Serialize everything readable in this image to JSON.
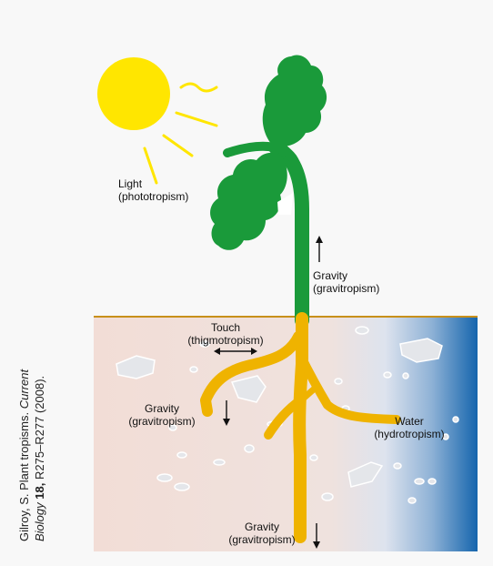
{
  "labels": {
    "light": [
      "Light",
      "(phototropism)"
    ],
    "gravity_shoot": [
      "Gravity",
      "(gravitropism)"
    ],
    "touch": [
      "Touch",
      "(thigmotropism)"
    ],
    "gravity_left_root": [
      "Gravity",
      "(gravitropism)"
    ],
    "water": [
      "Water",
      "(hydrotropism)"
    ],
    "gravity_bottom": [
      "Gravity",
      "(gravitropism)"
    ]
  },
  "citation": {
    "author": "Gilroy, S. Plant tropisms.",
    "journal_part1": "Current",
    "journal_part2": "Biology",
    "volume": "18,",
    "pages": "R275–R277 (2008)."
  },
  "colors": {
    "sun": "#ffe600",
    "leaf": "#1a9a3a",
    "root": "#efb300",
    "soil": "#f0ddd5",
    "water": "#1a6fb0",
    "ground_line": "#c8901a"
  }
}
